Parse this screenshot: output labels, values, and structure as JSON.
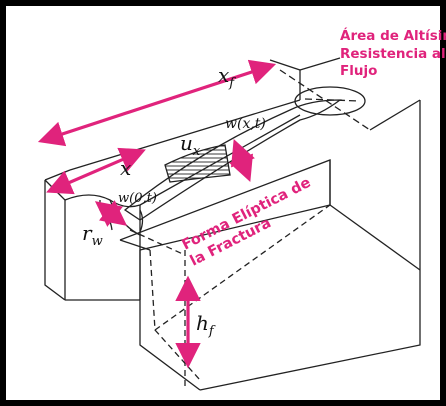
{
  "colors": {
    "accent": "#e0237c",
    "line": "#222222"
  },
  "labels": {
    "xf_main": "x",
    "xf_sub": "f",
    "x": "x",
    "ux_main": "u",
    "ux_sub": "x",
    "wxt": "w(x,t)",
    "w0t": "w(0,t)",
    "rw_main": "r",
    "rw_sub": "w",
    "hf_main": "h",
    "hf_sub": "f"
  },
  "annotations": {
    "area_line1": "Área de Altísima",
    "area_line2": "Resistencia al",
    "area_line3": "Flujo",
    "shape_line1": "Forma Elíptica de",
    "shape_line2": "la Fractura"
  }
}
